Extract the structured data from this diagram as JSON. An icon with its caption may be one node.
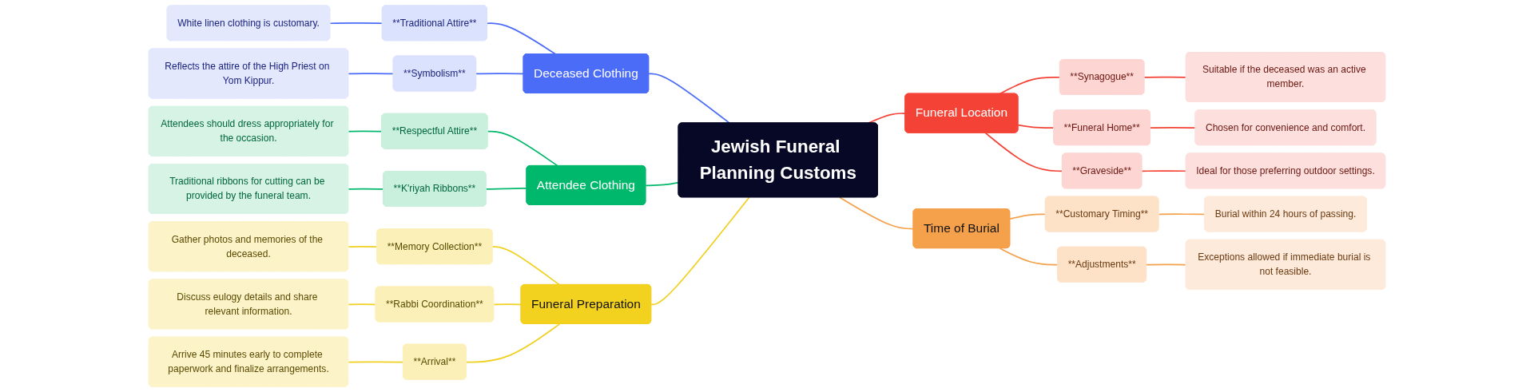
{
  "diagram": {
    "nodes": [
      {
        "text": [
          "Jewish Funeral Planning Customs"
        ]
      },
      {
        "text": [
          "Deceased Clothing"
        ]
      },
      {
        "text": [
          "**Traditional Attire**"
        ]
      },
      {
        "text": [
          "White linen clothing is customary."
        ]
      },
      {
        "text": [
          "**Symbolism**"
        ]
      },
      {
        "text": [
          "Reflects the attire of the High Priest on Yom Kippur."
        ]
      },
      {
        "text": [
          "Attendee Clothing"
        ]
      },
      {
        "text": [
          "**Respectful Attire**"
        ]
      },
      {
        "text": [
          "Attendees should dress appropriately for the occasion."
        ]
      },
      {
        "text": [
          "**K'riyah Ribbons**"
        ]
      },
      {
        "text": [
          "Traditional ribbons for cutting can be provided by the funeral team."
        ]
      },
      {
        "text": [
          "Funeral Preparation"
        ]
      },
      {
        "text": [
          "**Memory Collection**"
        ]
      },
      {
        "text": [
          "Gather photos and memories of the deceased."
        ]
      },
      {
        "text": [
          "**Rabbi Coordination**"
        ]
      },
      {
        "text": [
          "Discuss eulogy details and share relevant information."
        ]
      },
      {
        "text": [
          "**Arrival**"
        ]
      },
      {
        "text": [
          "Arrive 45 minutes early to complete paperwork and finalize arrangements."
        ]
      },
      {
        "text": [
          "Funeral Location"
        ]
      },
      {
        "text": [
          "**Synagogue**"
        ]
      },
      {
        "text": [
          "Suitable if the deceased was an active member."
        ]
      },
      {
        "text": [
          "**Funeral Home**"
        ]
      },
      {
        "text": [
          "Chosen for convenience and comfort."
        ]
      },
      {
        "text": [
          "**Graveside**"
        ]
      },
      {
        "text": [
          "Ideal for those preferring outdoor settings."
        ]
      },
      {
        "text": [
          "Time of Burial"
        ]
      },
      {
        "text": [
          "**Customary Timing**"
        ]
      },
      {
        "text": [
          "Burial within 24 hours of passing."
        ]
      },
      {
        "text": [
          "**Adjustments**"
        ]
      },
      {
        "text": [
          "Exceptions allowed if immediate burial is not feasible."
        ]
      }
    ],
    "edges": [
      {
        "from": 0,
        "to": 1,
        "arrow": "none",
        "color": "#4a6cf7"
      },
      {
        "from": 1,
        "to": 2,
        "arrow": "none",
        "color": "#4a6cf7"
      },
      {
        "from": 2,
        "to": 3,
        "arrow": "none",
        "color": "#4a6cf7"
      },
      {
        "from": 1,
        "to": 4,
        "arrow": "none",
        "color": "#4a6cf7"
      },
      {
        "from": 4,
        "to": 5,
        "arrow": "none",
        "color": "#4a6cf7"
      },
      {
        "from": 0,
        "to": 6,
        "arrow": "none",
        "color": "#00b86b"
      },
      {
        "from": 6,
        "to": 7,
        "arrow": "none",
        "color": "#00b86b"
      },
      {
        "from": 7,
        "to": 8,
        "arrow": "none",
        "color": "#00b86b"
      },
      {
        "from": 6,
        "to": 9,
        "arrow": "none",
        "color": "#00b86b"
      },
      {
        "from": 9,
        "to": 10,
        "arrow": "none",
        "color": "#00b86b"
      },
      {
        "from": 0,
        "to": 11,
        "arrow": "none",
        "color": "#f0d020"
      },
      {
        "from": 11,
        "to": 12,
        "arrow": "none",
        "color": "#f0d020"
      },
      {
        "from": 12,
        "to": 13,
        "arrow": "none",
        "color": "#f0d020"
      },
      {
        "from": 11,
        "to": 14,
        "arrow": "none",
        "color": "#f0d020"
      },
      {
        "from": 14,
        "to": 15,
        "arrow": "none",
        "color": "#f0d020"
      },
      {
        "from": 11,
        "to": 16,
        "arrow": "none",
        "color": "#f0d020"
      },
      {
        "from": 16,
        "to": 17,
        "arrow": "none",
        "color": "#f0d020"
      },
      {
        "from": 0,
        "to": 18,
        "arrow": "none",
        "color": "#f44336"
      },
      {
        "from": 18,
        "to": 19,
        "arrow": "none",
        "color": "#f44336"
      },
      {
        "from": 19,
        "to": 20,
        "arrow": "none",
        "color": "#f44336"
      },
      {
        "from": 18,
        "to": 21,
        "arrow": "none",
        "color": "#f44336"
      },
      {
        "from": 21,
        "to": 22,
        "arrow": "none",
        "color": "#f44336"
      },
      {
        "from": 18,
        "to": 23,
        "arrow": "none",
        "color": "#f44336"
      },
      {
        "from": 23,
        "to": 24,
        "arrow": "none",
        "color": "#f44336"
      },
      {
        "from": 0,
        "to": 25,
        "arrow": "none",
        "color": "#f5a04a"
      },
      {
        "from": 25,
        "to": 26,
        "arrow": "none",
        "color": "#f5a04a"
      },
      {
        "from": 26,
        "to": 27,
        "arrow": "none",
        "color": "#f5a04a"
      },
      {
        "from": 25,
        "to": 28,
        "arrow": "none",
        "color": "#f5a04a"
      },
      {
        "from": 28,
        "to": 29,
        "arrow": "none",
        "color": "#f5a04a"
      }
    ]
  }
}
